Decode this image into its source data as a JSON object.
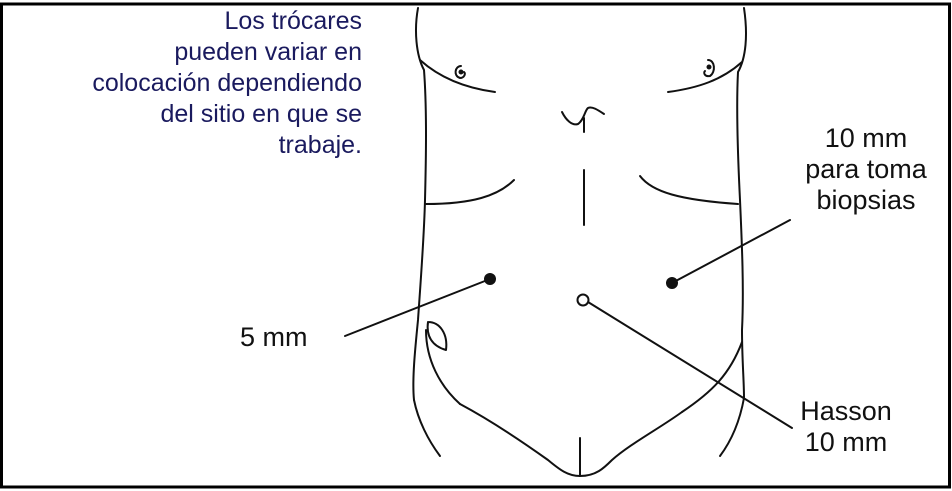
{
  "note": {
    "lines": [
      "Los trócares",
      "pueden variar en",
      "colocación dependiendo",
      "del sitio en que se",
      "trabaje."
    ]
  },
  "labels": {
    "five_mm": "5 mm",
    "ten_mm_biopsy": [
      "10 mm",
      "para toma",
      "biopsias"
    ],
    "hasson": [
      "Hasson",
      "10 mm"
    ]
  },
  "colors": {
    "note_text": "#1a1a5e",
    "line": "#111111",
    "frame": "#000000"
  }
}
